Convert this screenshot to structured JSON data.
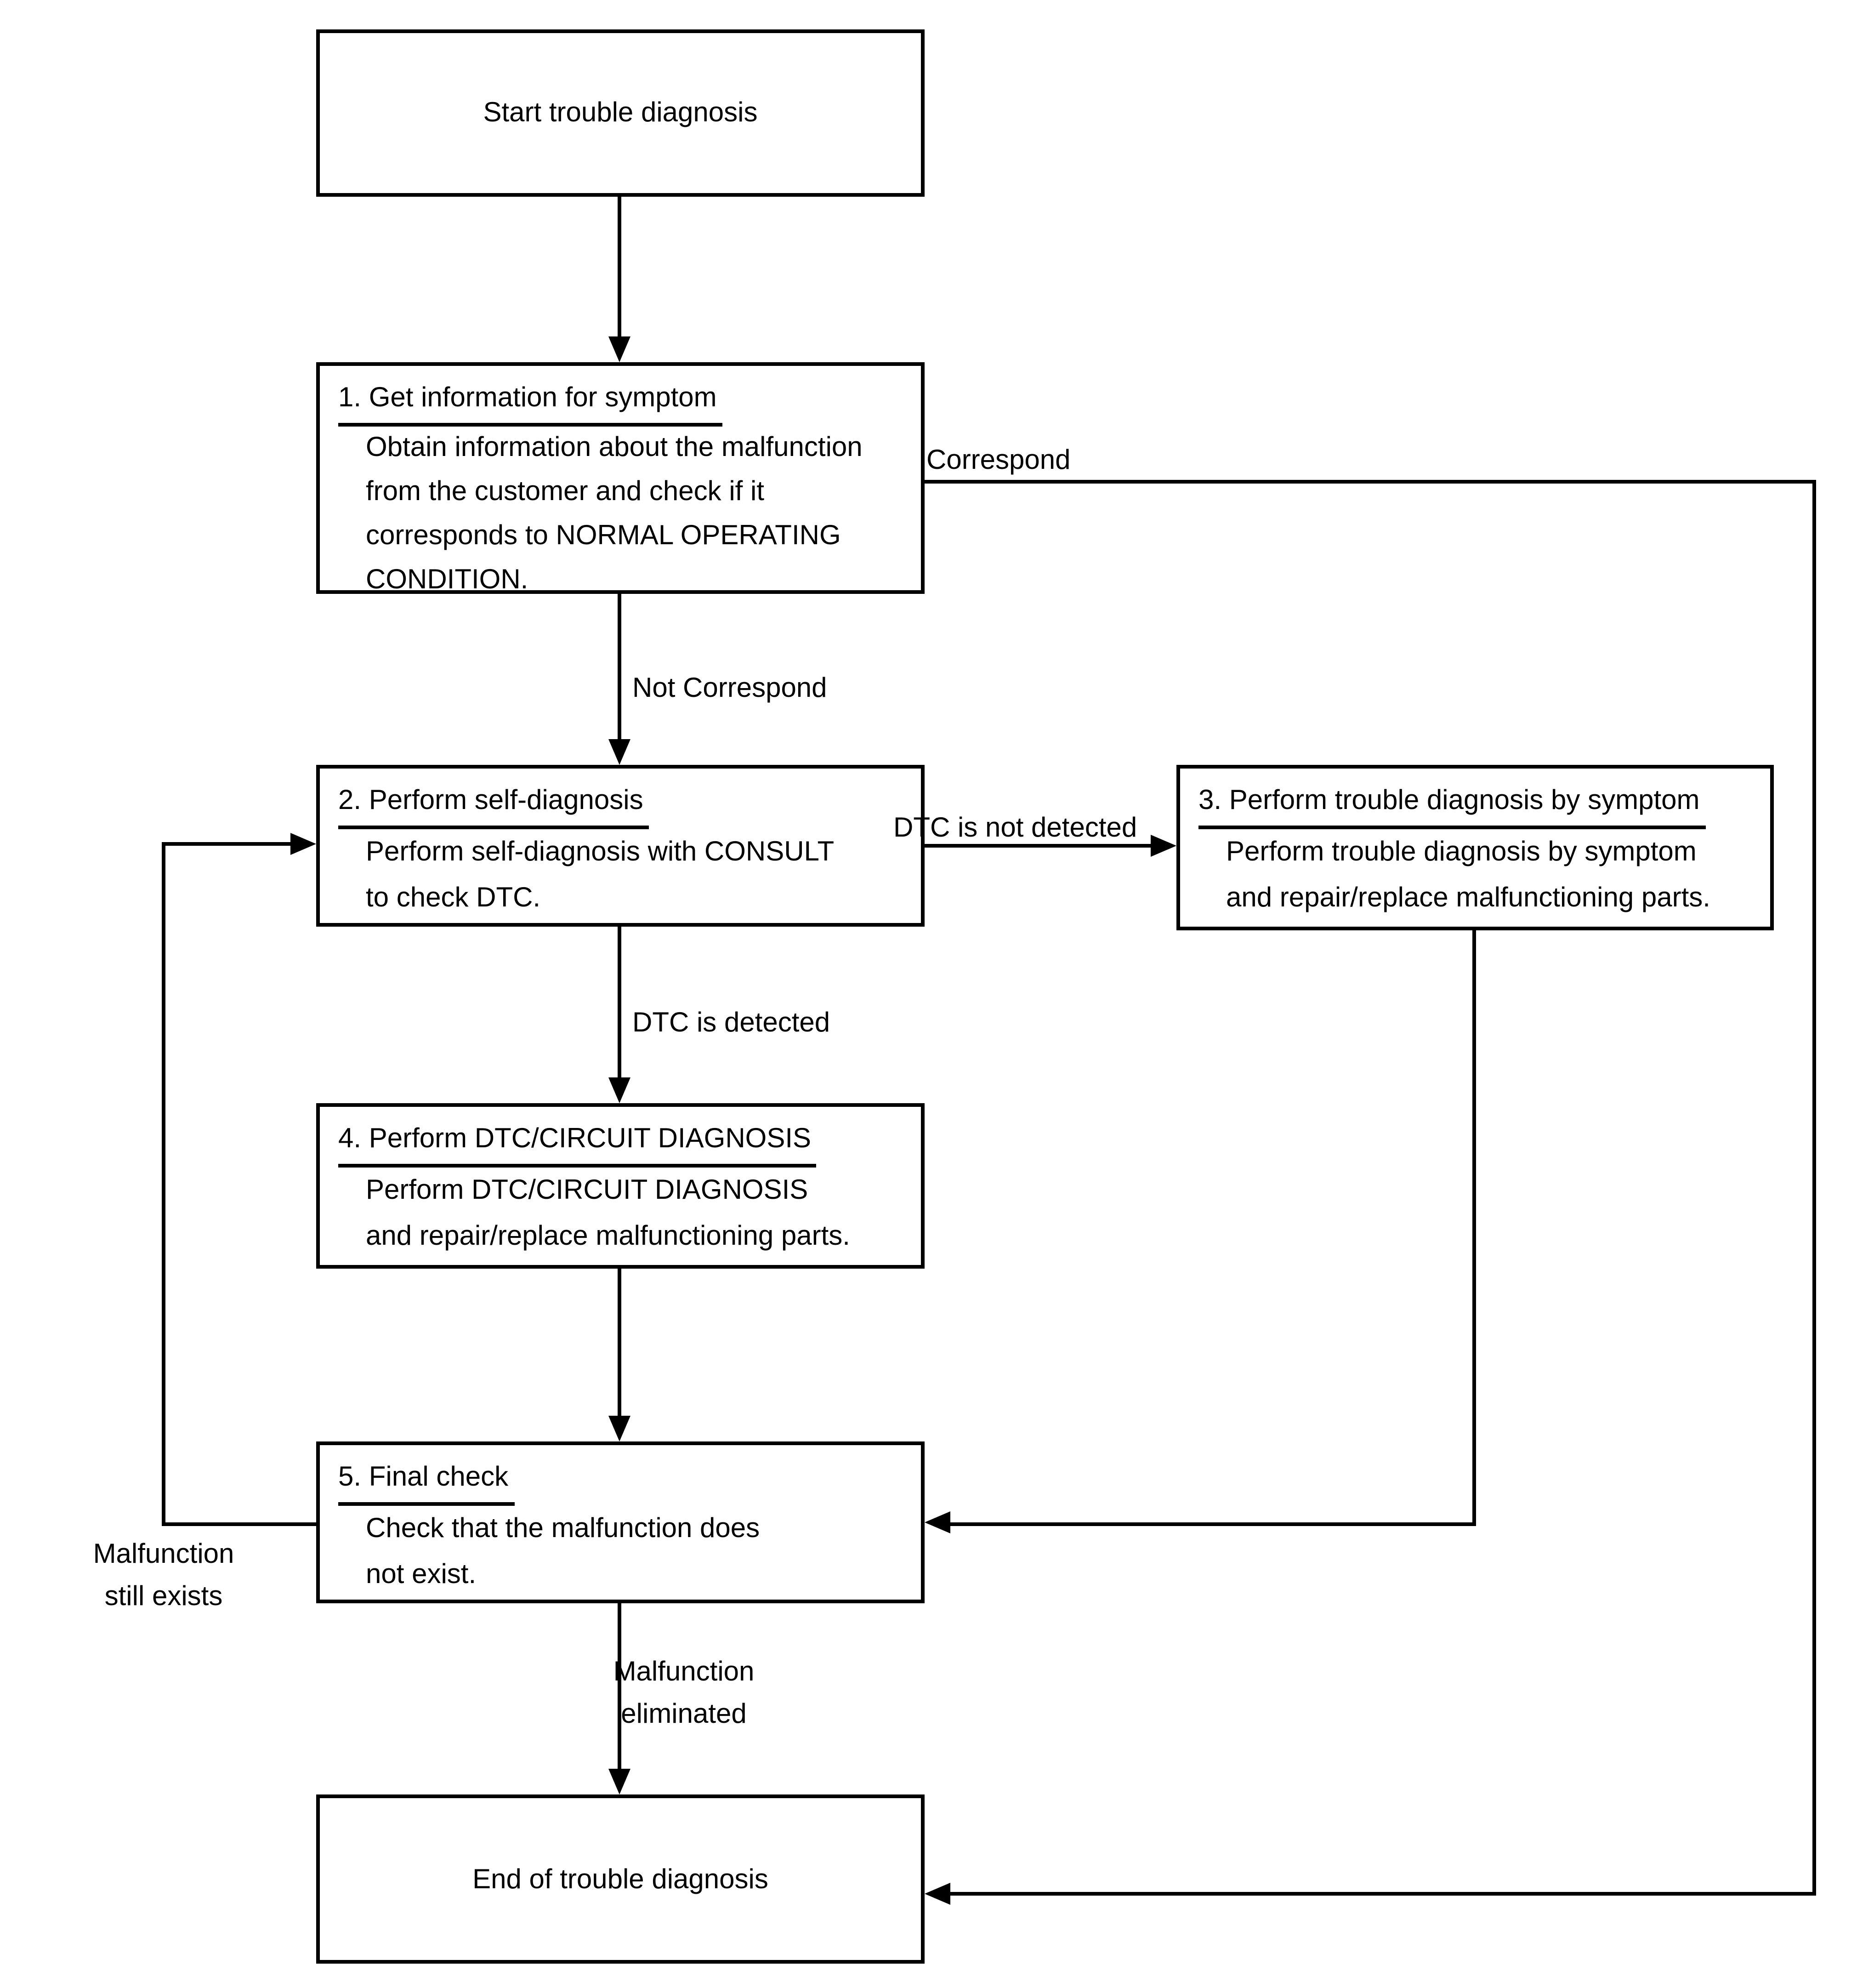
{
  "nodes": {
    "start": {
      "label": "Start trouble diagnosis"
    },
    "step1": {
      "title": "1. Get information for symptom",
      "body_lines": [
        "Obtain information about the malfunction",
        "from the customer and check if it",
        "corresponds to NORMAL OPERATING",
        "CONDITION."
      ]
    },
    "step2": {
      "title": "2. Perform self-diagnosis",
      "body_lines": [
        "Perform self-diagnosis with CONSULT",
        "to check DTC."
      ]
    },
    "step3": {
      "title": "3. Perform trouble diagnosis by symptom",
      "body_lines": [
        "Perform trouble diagnosis by symptom",
        "and repair/replace malfunctioning parts."
      ]
    },
    "step4": {
      "title": "4. Perform DTC/CIRCUIT DIAGNOSIS",
      "body_lines": [
        "Perform DTC/CIRCUIT DIAGNOSIS",
        "and repair/replace malfunctioning parts."
      ]
    },
    "step5": {
      "title": "5. Final check",
      "body_lines": [
        "Check that the malfunction does",
        "not exist."
      ]
    },
    "end": {
      "label": "End of trouble diagnosis"
    }
  },
  "edge_labels": {
    "correspond": "Correspond",
    "not_correspond": "Not Correspond",
    "dtc_not_detected": "DTC is not detected",
    "dtc_detected": "DTC is detected",
    "malfunction_eliminated": "Malfunction eliminated",
    "malfunction_still_exists": "Malfunction still exists"
  },
  "colors": {
    "ink": "#000000",
    "paper": "#ffffff"
  }
}
